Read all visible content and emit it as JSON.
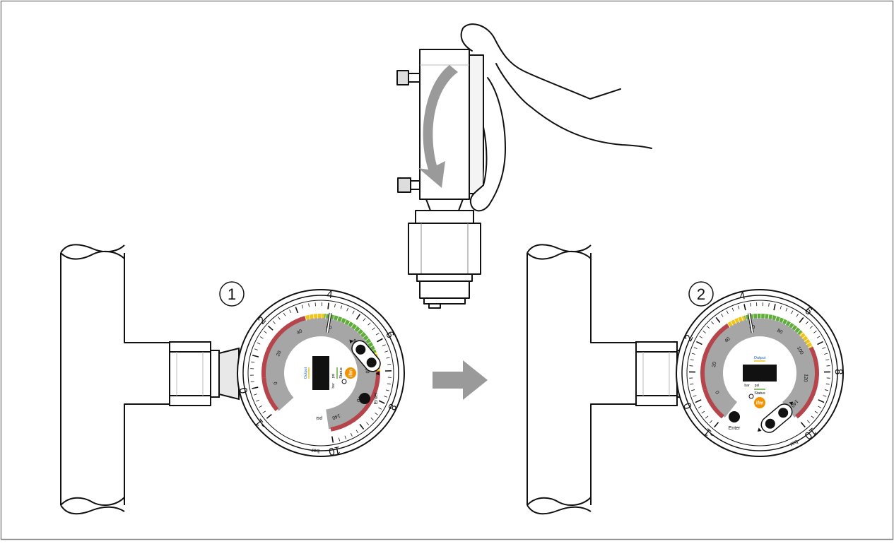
{
  "steps": {
    "step1": "1",
    "step2": "2"
  },
  "gauge1": {
    "enter_label": "Enter",
    "output_label": "Output",
    "status_label": "Status",
    "unit_bar": "bar",
    "unit_psi": "psi",
    "inner_unit_bar": "bar",
    "inner_unit_psi": "psi",
    "logo": "ifm",
    "scale_bar": [
      "-1",
      "0",
      "2",
      "4",
      "6",
      "8",
      "10"
    ],
    "scale_psi": [
      "0",
      "20",
      "40",
      "60",
      "80",
      "100",
      "120",
      "140"
    ],
    "needle_bar": 4.1
  },
  "gauge2": {
    "enter_label": "Enter",
    "output_label": "Output",
    "status_label": "Status",
    "unit_bar": "bar",
    "unit_psi": "psi",
    "inner_unit_bar": "bar",
    "inner_unit_psi": "psi",
    "logo": "ifm",
    "scale_bar": [
      "-1",
      "0",
      "2",
      "4",
      "6",
      "8",
      "10"
    ],
    "scale_psi": [
      "0",
      "20",
      "40",
      "60",
      "80",
      "100",
      "120",
      "140"
    ],
    "needle_bar": 4.1
  },
  "colors": {
    "red_zone": "#b5444b",
    "yellow_zone": "#f2c418",
    "green_zone": "#5fae3a",
    "dial_gray": "#a6a6a6",
    "logo_orange": "#f39200",
    "arrow_gray": "#9a9a9a",
    "output_line": "#f2c418",
    "status_line": "#5fae3a"
  }
}
